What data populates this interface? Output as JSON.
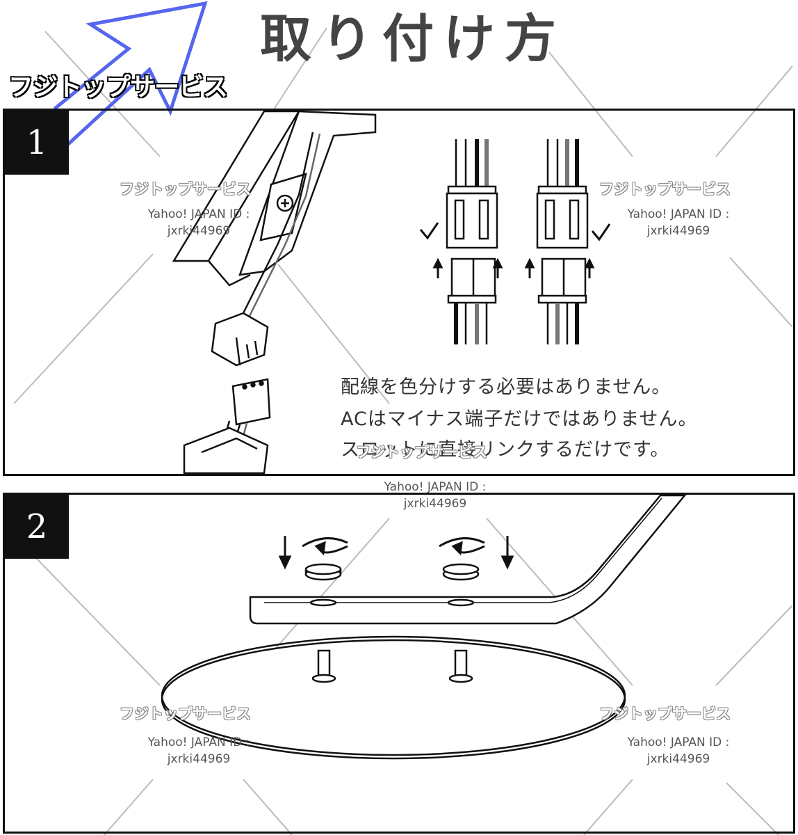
{
  "header": {
    "title": "取り付け方",
    "brand": "フジトップサービス"
  },
  "steps": [
    {
      "number": "1",
      "instructions": [
        "配線を色分けする必要はありません。",
        "ACはマイナス端子だけではありません。",
        "スロットに直接リンクするだけです。"
      ]
    },
    {
      "number": "2"
    }
  ],
  "watermark": {
    "brand": "フジトップサービス",
    "id_line": "Yahoo! JAPAN ID :",
    "id_value": "jxrki44969"
  },
  "colors": {
    "arrow": "#5566ee",
    "frame": "#111111"
  }
}
